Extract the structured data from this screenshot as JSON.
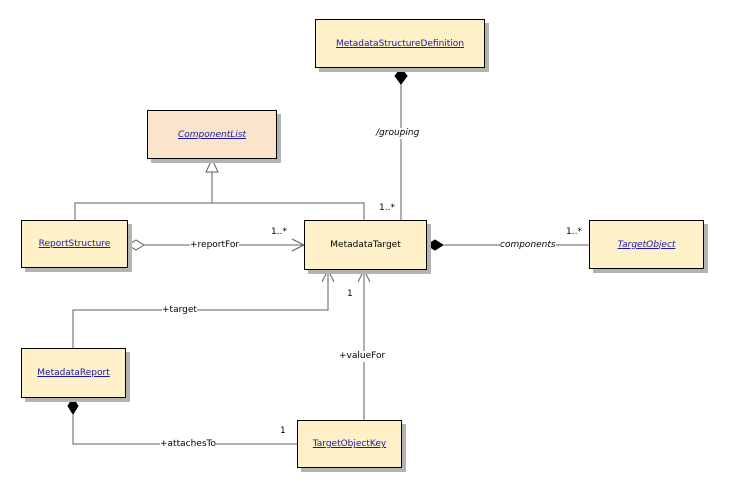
{
  "classes": {
    "metadata_structure_definition": "MetadataStructureDefinition",
    "component_list": "ComponentList",
    "report_structure": "ReportStructure",
    "metadata_target": "MetadataTarget",
    "target_object": "TargetObject",
    "metadata_report": "MetadataReport",
    "target_object_key": "TargetObjectKey"
  },
  "labels": {
    "grouping": "/grouping",
    "grouping_mult": "1..*",
    "report_for": "+reportFor",
    "report_for_mult": "1..*",
    "components": "components",
    "components_mult": "1..*",
    "target": "+target",
    "value_for": "+valueFor",
    "value_for_mult": "1",
    "attaches_to": "+attachesTo",
    "attaches_to_mult": "1"
  },
  "colors": {
    "class_fill": "#fef0c9",
    "abstract_fill": "#fbe4cc",
    "link_text": "#1a1aa6",
    "line": "#606060"
  }
}
